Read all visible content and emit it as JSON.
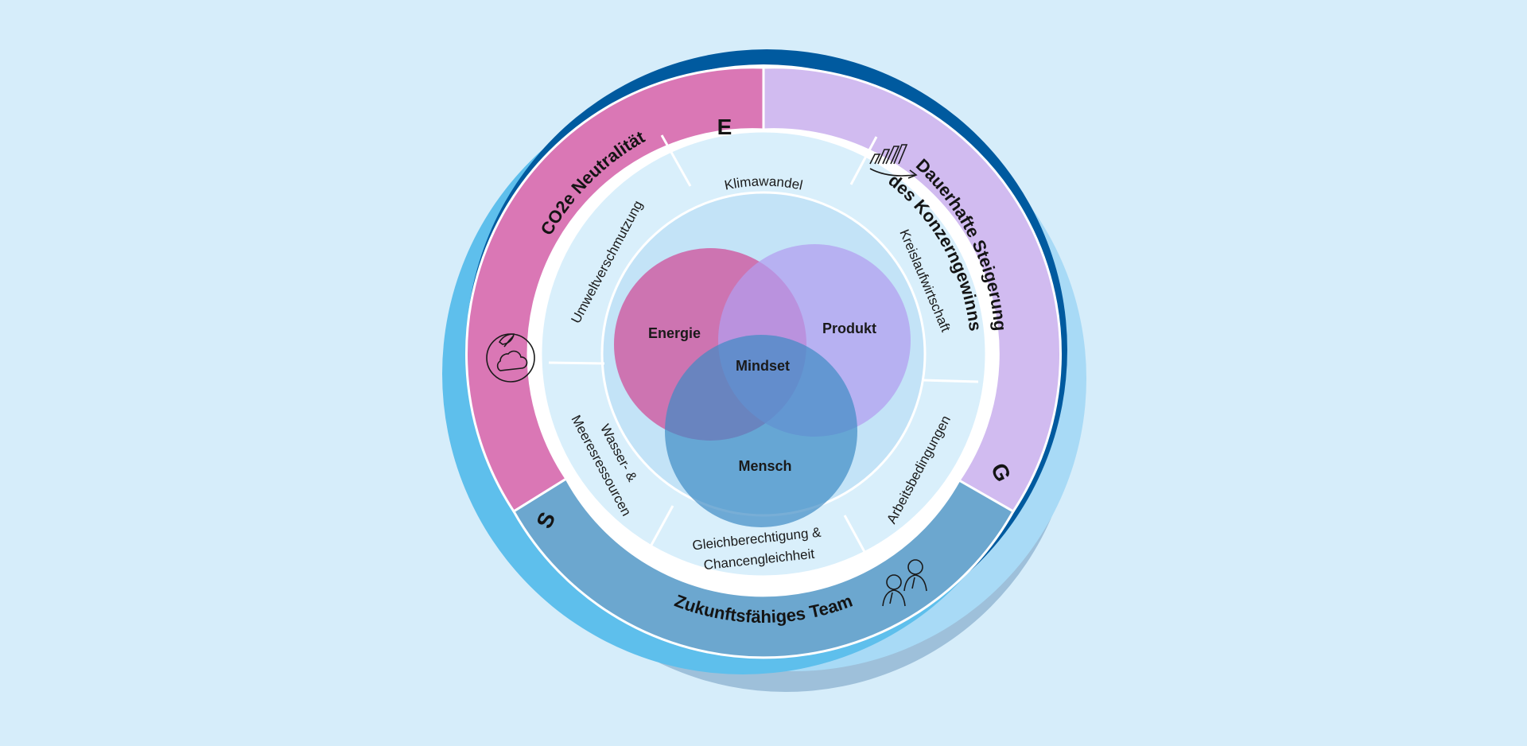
{
  "colors": {
    "background": "#d6edfa",
    "e_segment": "#da77b5",
    "g_segment": "#d1bbf0",
    "s_segment": "#6ca7cf",
    "middle_ring": "#d9effb",
    "inner_disc": "#c3e3f7",
    "backdrop_dark": "#005a9f",
    "backdrop_light": "#a8daf6",
    "backdrop_mid": "#5ebfec",
    "shadow": "#9ec0da",
    "circle_energie": "#d0589f",
    "circle_produkt": "#b39ef0",
    "circle_mensch": "#3f8cc4"
  },
  "outer_ring": {
    "e": {
      "letter": "E",
      "label": "CO2e Neutralität",
      "icon": "leaf-cloud-icon"
    },
    "g": {
      "letter": "G",
      "label_line1": "Dauerhafte Steigerung",
      "label_line2": "des Konzerngewinns",
      "icon": "growth-chart-icon"
    },
    "s": {
      "letter": "S",
      "label": "Zukunftsfähiges Team",
      "icon": "team-people-icon"
    }
  },
  "middle_ring": {
    "klimawandel": "Klimawandel",
    "kreislaufwirtschaft": "Kreislaufwirtschaft",
    "arbeitsbedingungen": "Arbeitsbedingungen",
    "gleichberechtigung_line1": "Gleichberechtigung &",
    "gleichberechtigung_line2": "Chancengleichheit",
    "wasser_line1": "Wasser- &",
    "wasser_line2": "Meeresressourcen",
    "umweltverschmutzung": "Umweltverschmutzung"
  },
  "venn": {
    "energie": "Energie",
    "produkt": "Produkt",
    "mensch": "Mensch",
    "center": "Mindset"
  }
}
